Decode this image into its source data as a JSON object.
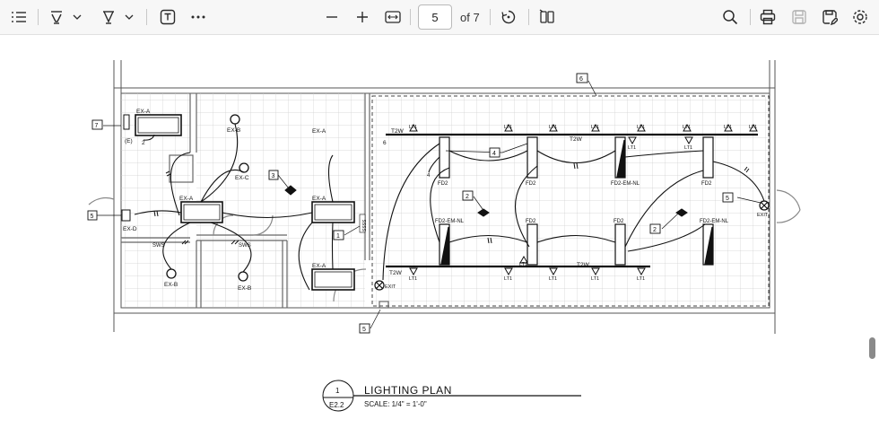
{
  "toolbar": {
    "page_current": "5",
    "page_total_label": "of 7"
  },
  "drawing": {
    "title": "LIGHTING PLAN",
    "scale": "SCALE: 1/4\" = 1'-0\"",
    "detail_number": "1",
    "sheet_number": "E2.2",
    "labels": {
      "exa": "EX-A",
      "exb": "EX-B",
      "exc": "EX-C",
      "exd": "EX-D",
      "e": "(E)",
      "sws": "SWS",
      "ssss": "SSSS",
      "lt1": "LT1",
      "t2w": "T2W",
      "fd2": "FD2",
      "fd2em": "FD2-EM-NL",
      "exit": "EXIT",
      "four": "4",
      "two": "2",
      "six": "6"
    },
    "tags": {
      "t1": "1",
      "t2": "2",
      "t3": "3",
      "t4": "4",
      "t5": "5",
      "t6": "6",
      "t7": "7"
    }
  }
}
